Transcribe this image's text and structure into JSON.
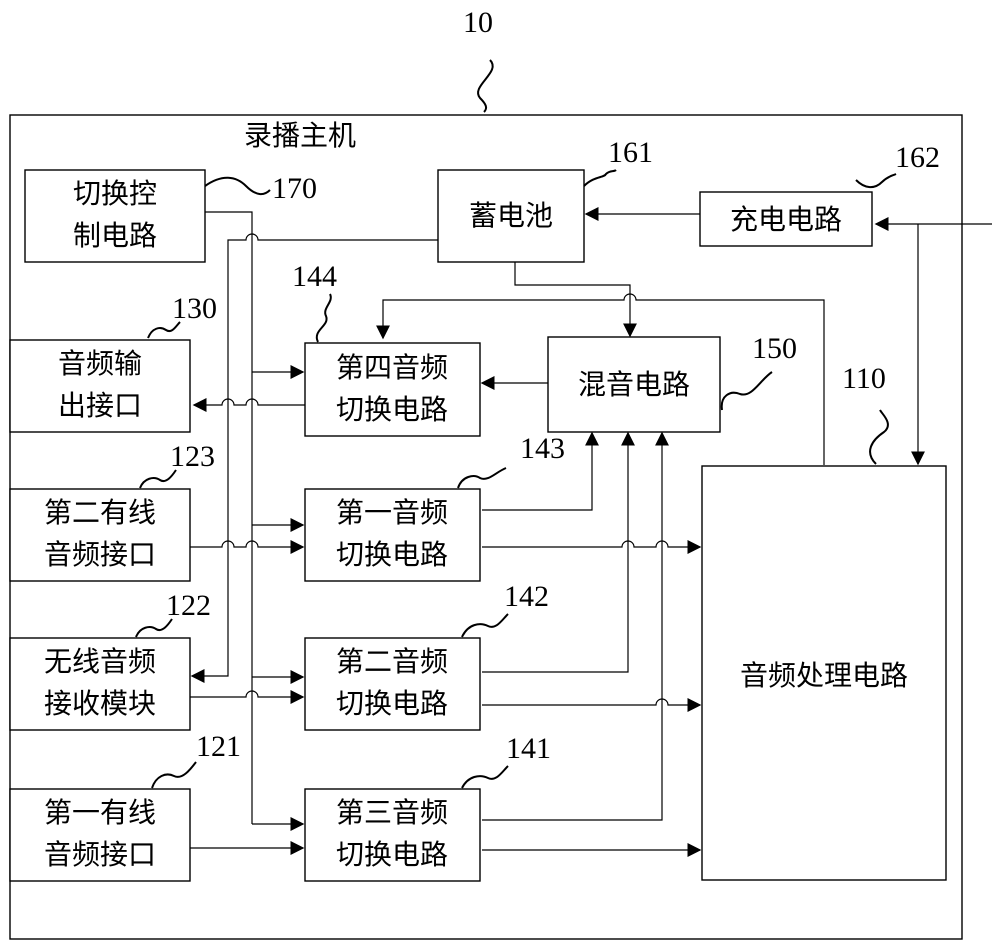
{
  "diagram": {
    "ref": "10",
    "host_label": "录播主机",
    "blocks": {
      "switch_control": {
        "lines": [
          "切换控",
          "制电路"
        ],
        "ref": "170"
      },
      "battery": {
        "lines": [
          "蓄电池"
        ],
        "ref": "161"
      },
      "charging": {
        "lines": [
          "充电电路"
        ],
        "ref": "162"
      },
      "audio_out": {
        "lines": [
          "音频输",
          "出接口"
        ],
        "ref": "130"
      },
      "switch4": {
        "lines": [
          "第四音频",
          "切换电路"
        ],
        "ref": "144"
      },
      "mixer": {
        "lines": [
          "混音电路"
        ],
        "ref": "150"
      },
      "processor": {
        "lines": [
          "音频处理电路"
        ],
        "ref": "110"
      },
      "wired2": {
        "lines": [
          "第二有线",
          "音频接口"
        ],
        "ref": "123"
      },
      "switch1": {
        "lines": [
          "第一音频",
          "切换电路"
        ],
        "ref": "143"
      },
      "wireless": {
        "lines": [
          "无线音频",
          "接收模块"
        ],
        "ref": "122"
      },
      "switch2": {
        "lines": [
          "第二音频",
          "切换电路"
        ],
        "ref": "142"
      },
      "wired1": {
        "lines": [
          "第一有线",
          "音频接口"
        ],
        "ref": "121"
      },
      "switch3": {
        "lines": [
          "第三音频",
          "切换电路"
        ],
        "ref": "141"
      }
    }
  }
}
